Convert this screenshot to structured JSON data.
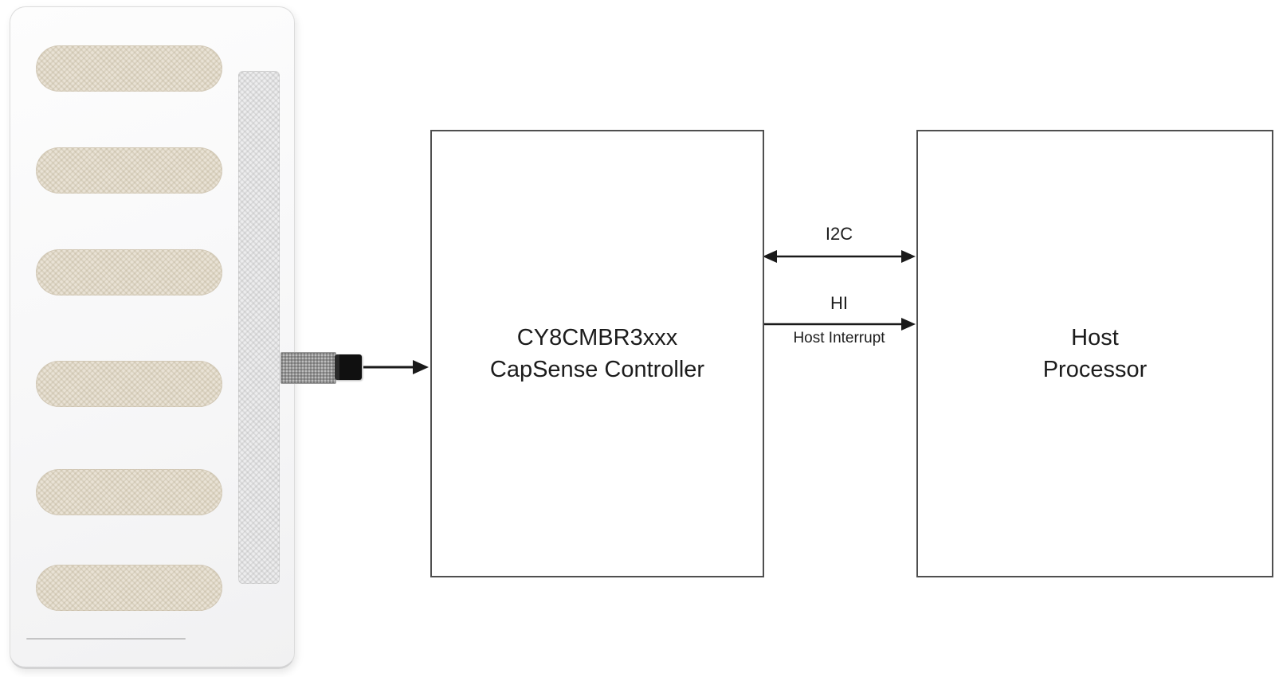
{
  "controller": {
    "line1": "CY8CMBR3xxx",
    "line2": "CapSense Controller"
  },
  "host": {
    "line1": "Host",
    "line2": "Processor"
  },
  "buses": {
    "i2c": "I2C",
    "hi": "HI",
    "hi_full": "Host Interrupt"
  },
  "icons": {
    "sensor_panel": "capsense-touch-sensor-membrane",
    "sensor_pad": "capsense-sensor-pad",
    "flex_cable": "flex-cable",
    "connector": "cable-connector"
  },
  "colors": {
    "box_border": "#4f4f4f",
    "arrow": "#1a1a1a",
    "sensor_pad_fill": "#e9e2d5"
  }
}
